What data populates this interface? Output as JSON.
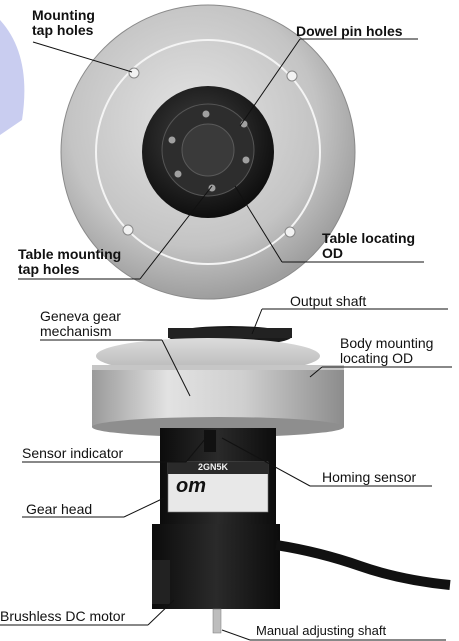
{
  "top_labels": {
    "mounting_tap_holes": "Mounting\ntap holes",
    "dowel_pin_holes": "Dowel pin holes",
    "table_mounting_tap_holes": "Table mounting\ntap holes",
    "table_locating_od": "Table locating\nOD"
  },
  "bottom_labels": {
    "output_shaft": "Output shaft",
    "geneva_gear_mechanism": "Geneva gear\nmechanism",
    "body_mounting_locating_od": "Body mounting\nlocating OD",
    "sensor_indicator": "Sensor indicator",
    "homing_sensor": "Homing sensor",
    "gear_head": "Gear head",
    "brushless_dc_motor": "Brushless DC motor",
    "manual_adjusting_shaft": "Manual adjusting shaft"
  },
  "product_markings": {
    "model": "2GN5K",
    "brand": "om"
  },
  "colors": {
    "accent_blue": "#c9cdf0",
    "flange": "#c8c8c8",
    "dark_metal": "#1c1c1c"
  }
}
